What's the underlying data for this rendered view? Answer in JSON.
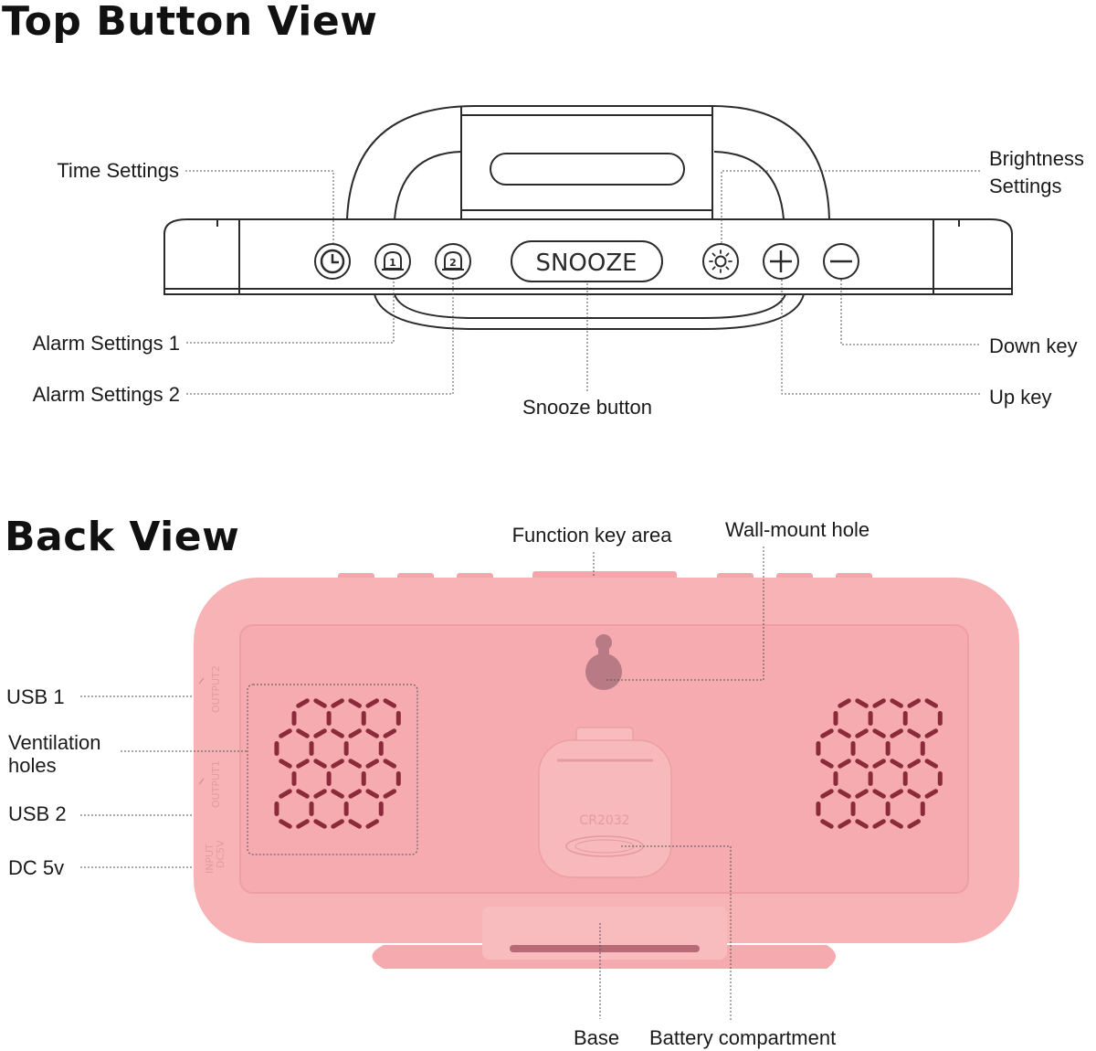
{
  "top_view": {
    "heading": "Top Button View",
    "labels": {
      "time_settings": "Time Settings",
      "brightness_line1": "Brightness",
      "brightness_line2": "Settings",
      "alarm1": "Alarm Settings 1",
      "alarm2": "Alarm Settings 2",
      "snooze_button": "Snooze button",
      "down_key": "Down key",
      "up_key": "Up key"
    },
    "buttons": {
      "alarm1_digit": "1",
      "alarm2_digit": "2",
      "snooze_text": "SNOOZE"
    }
  },
  "back_view": {
    "heading": "Back View",
    "labels": {
      "function_key_area": "Function key area",
      "wall_mount_hole": "Wall-mount hole",
      "usb1": "USB 1",
      "ventilation_line1": "Ventilation",
      "ventilation_line2": "holes",
      "usb2": "USB 2",
      "dc5v": "DC 5v",
      "base": "Base",
      "battery_compartment": "Battery compartment"
    },
    "port_labels": {
      "output2": "OUTPUT2",
      "output1": "OUTPUT1",
      "input": "INPUT",
      "dc5v": "DC5V"
    },
    "battery_text": "CR2032"
  },
  "colors": {
    "outline": "#2b2b2b",
    "leader": "#555555",
    "pink_body": "#f7b3b6",
    "pink_panel": "#f5a9ad",
    "pink_edge": "#eea1a5",
    "vent": "#8a2a3a"
  }
}
